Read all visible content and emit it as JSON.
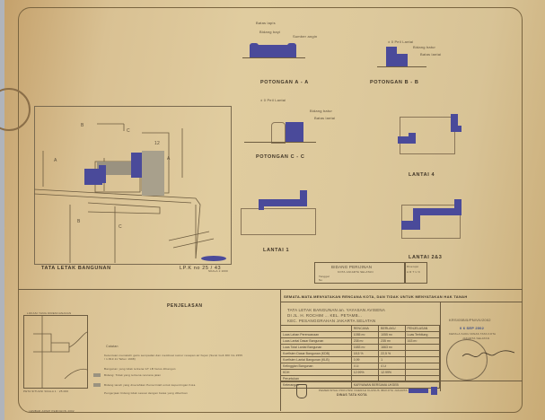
{
  "document": {
    "type": "architectural-site-plan-permit",
    "colors": {
      "paper": "#dcc79a",
      "ink": "#4a3f30",
      "fill": "#4a4a9a"
    }
  },
  "site_plan": {
    "title": "TATA LETAK BANGUNAN",
    "lpk": "LP.K no 25 / 43",
    "scale": "SKALA 1:1000",
    "section_markers": [
      "A",
      "A",
      "B",
      "B",
      "C",
      "C"
    ],
    "dimension_12": "12"
  },
  "sections": {
    "a_a": {
      "label": "POTONGAN A - A",
      "notes": [
        "Batas lapis",
        "Bidang bayi",
        "Sumber angin"
      ]
    },
    "b_b": {
      "label": "POTONGAN B - B",
      "notes": [
        "± 0 Peil Lantai",
        "Bidang batur",
        "Batas lantai"
      ]
    },
    "c_c": {
      "label": "POTONGAN C - C",
      "notes": [
        "± 0 Peil Lantai",
        "Bidang batur",
        "Batas lantai"
      ]
    }
  },
  "floors": {
    "lantai_1": "LANTAI 1",
    "lantai_4": "LANTAI 4",
    "lantai_2_3": "LANTAI 2&3"
  },
  "approval_box": {
    "title": "BIDANG PERIJINAN",
    "subtitle": "KOTA JAKARTA SELATAN",
    "tanggal_label": "Tanggal",
    "no_label": "No",
    "disetujui_label": "Disetujui",
    "status": "A R T U K"
  },
  "disclaimer": "SEMATA-MATA MENYATAKAN RENCANA KOTA, DAN TIDAK UNTUK MENYATAKAN HAK TANAH",
  "project": {
    "line1": "TATA LETAK BANGUNAN an. YAYASAN AVISENA",
    "line2": "DI JL. H. ROCHIM ... KEL. PETAMB...",
    "line3": "KEC. PESANGGRAHAN  JAKARTA SELATAN"
  },
  "permit": {
    "number": "KRS/05B/5/PN/VII/2002",
    "date": "0 6 SEP 2002",
    "office": "KEPALA SUKU DINAS TATA KOTA",
    "region": "JAKARTA SELATAN"
  },
  "data_table": {
    "headers": [
      "",
      "RENCANA",
      "BERLAKU",
      "PENJELASAN"
    ],
    "rows": [
      [
        "Luas Lahan Perencanaan",
        "1055 m²",
        "1055 m²",
        "Luas Terhitung"
      ],
      [
        "Luas Lantai Dasar Bangunan",
        "238 m²",
        "235 m²",
        "163 m²"
      ],
      [
        "Luas Total Lantai Bangunan",
        "1683 m²",
        "1663 m²",
        ""
      ],
      [
        "Koefisien Dasar Bangunan (KDB)",
        "18,5 %",
        "22,5 %",
        ""
      ],
      [
        "Koefisien Lantai Bangunan (KLB)",
        "0,99",
        "1",
        ""
      ],
      [
        "Ketinggian Bangunan",
        "4 Lt",
        "4 Lt",
        ""
      ],
      [
        "KDH",
        "12.99%",
        "12.99%",
        ""
      ],
      [
        "Peruntukan",
        "",
        "",
        ""
      ],
      [
        "Keterangan",
        "KARYAWAN BERSAMA UKSEB",
        "",
        ""
      ]
    ]
  },
  "legend": {
    "title": "PENJELASAN",
    "catatan": "Catatan",
    "items": [
      "Ketentuan mematuhi garis sempadan dan membuat sumur resapan air hujan (Surat Gub DKI No 1555 / 1.813.11 Tahun 1998)",
      "Bangunan yang tidak terkena GT LB harus dibangun",
      "Bidang: Tidak yang terkena rencana jalan",
      "Bidang tanah yang diserahkan Pemerintah untuk kepentingan Kota",
      "Pengerjaan bidang tidak sesuai dengan batas yang diberikan"
    ],
    "location_map_title": "LOKASI YANG DIRENCANAKAN",
    "location_map_scale": "PETA SITUASI SKALA 1 : 25.000"
  },
  "footer": {
    "agency": "PEMERINTAH PROVINSI DAERAH KHUSUS IBUKOTA JAKARTA",
    "department": "DINAS TATA KOTA",
    "bottom_note": "LEMBAR ARSIP  PEMOHON  2002"
  }
}
